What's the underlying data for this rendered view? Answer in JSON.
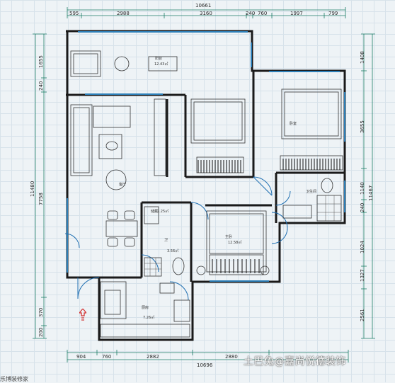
{
  "dimensions": {
    "top_total": "10661",
    "top": [
      "595",
      "2988",
      "3160",
      "240",
      "760",
      "1997",
      "799"
    ],
    "bottom_total": "10696",
    "bottom": [
      "904",
      "760",
      "2882",
      "2880"
    ],
    "left_total": "11480",
    "left": [
      "1655",
      "240",
      "7758",
      "370",
      "200"
    ],
    "right_total": "11467",
    "right": [
      "1408",
      "3655",
      "1140",
      "240",
      "1024",
      "1327",
      "2561"
    ]
  },
  "rooms": {
    "balcony": {
      "name": "阳台",
      "area": "12.43㎡"
    },
    "bedroom2": {
      "name": "卧室",
      "area": ""
    },
    "bathroom": {
      "name": "卫生间",
      "area": ""
    },
    "storage": {
      "name": "储藏",
      "area": "2.25㎡"
    },
    "toilet": {
      "name": "卫",
      "area": "3.56㎡"
    },
    "master": {
      "name": "主卧",
      "area": "12.58㎡"
    },
    "kitchen": {
      "name": "厨房",
      "area": "7.26㎡"
    },
    "living": {
      "name": "客厅",
      "area": ""
    }
  },
  "colors": {
    "wall": "#1a1a1a",
    "window": "#2c7fb8",
    "door_arc": "#1f6fb2",
    "entrance_arrow": "#d12b2b",
    "dimension_line": "#1b7c66"
  },
  "watermark": {
    "main": "土巴兔@嘉尚悦德装饰",
    "corner": "乐博装修家"
  },
  "icons": [
    "north-arrow-icon"
  ]
}
